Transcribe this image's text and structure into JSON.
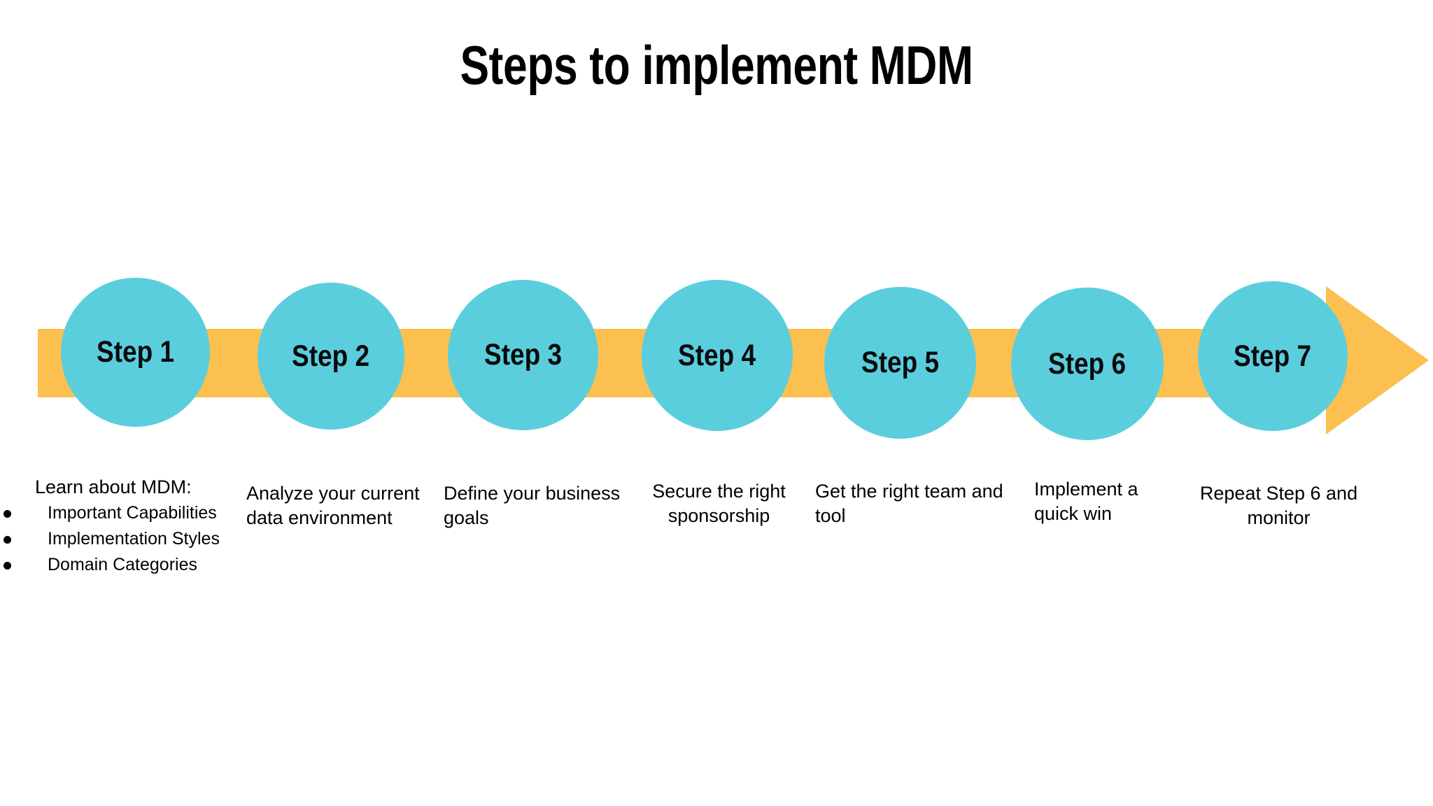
{
  "slide": {
    "title": "Steps to implement MDM",
    "background_color": "#FFFFFF"
  },
  "colors": {
    "circle_fill": "#5BCEDE",
    "arrow_fill": "#FBC04F",
    "text": "#000000"
  },
  "arrow": {
    "name": "process-arrow",
    "direction": "right",
    "bar_color": "#FBC04F"
  },
  "steps": [
    {
      "label": "Step 1",
      "caption": "Learn about MDM:",
      "bullets": [
        "Important Capabilities",
        "Implementation Styles",
        "Domain Categories"
      ]
    },
    {
      "label": "Step 2",
      "caption": "Analyze your current data environment",
      "bullets": []
    },
    {
      "label": "Step 3",
      "caption": "Define your business goals",
      "bullets": []
    },
    {
      "label": "Step 4",
      "caption": "Secure the right sponsorship",
      "bullets": []
    },
    {
      "label": "Step 5",
      "caption": "Get the right team and tool",
      "bullets": []
    },
    {
      "label": "Step 6",
      "caption": "Implement a quick win",
      "bullets": []
    },
    {
      "label": "Step 7",
      "caption": "Repeat Step 6 and monitor",
      "bullets": []
    }
  ]
}
